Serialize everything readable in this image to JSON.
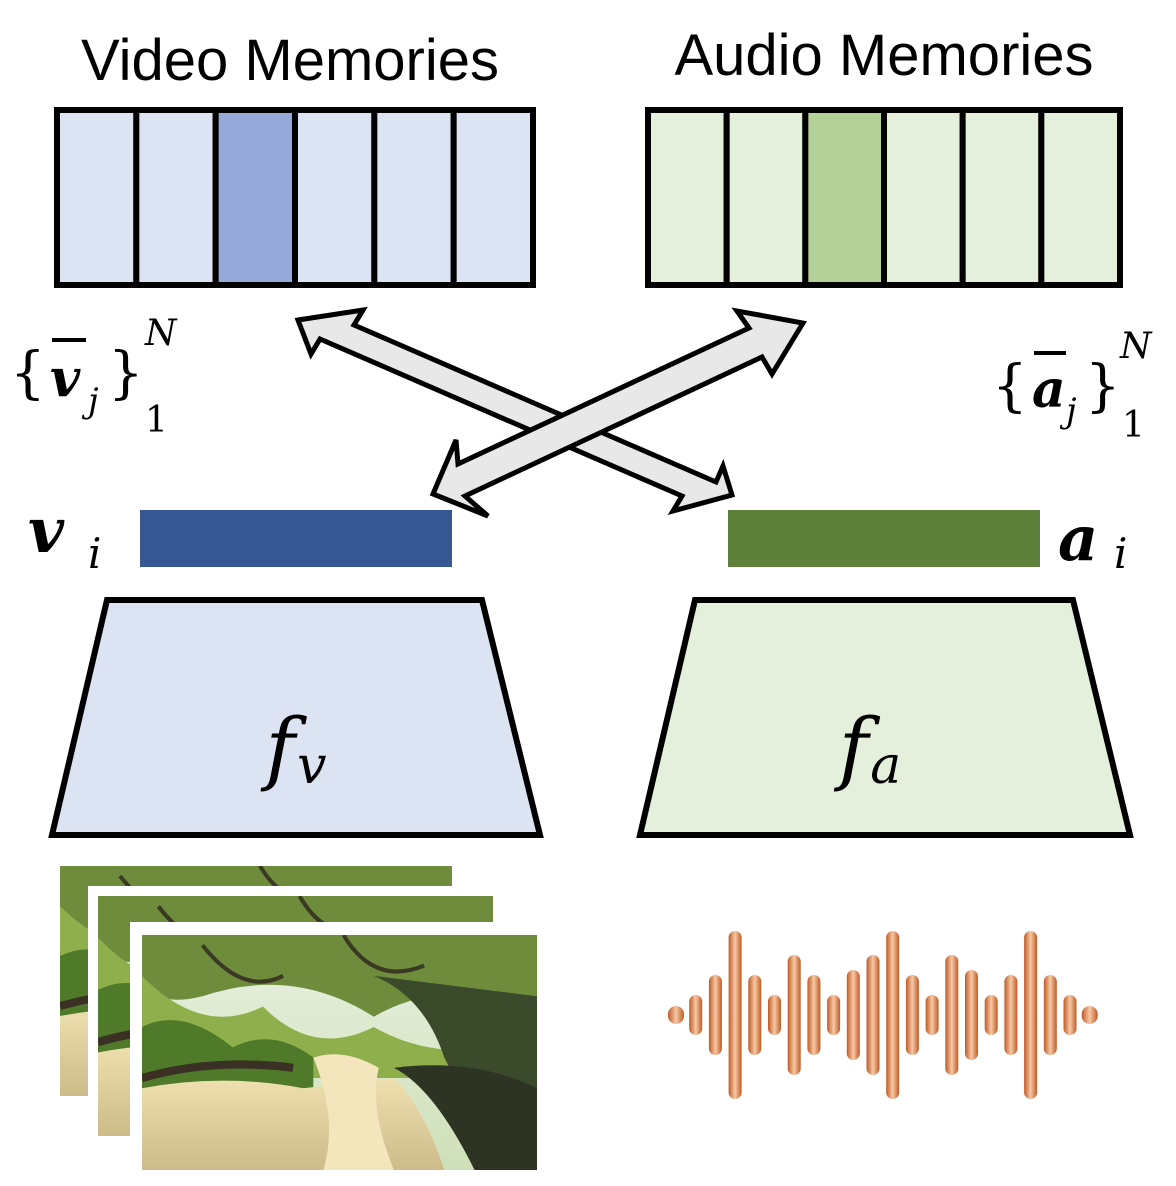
{
  "video_memory": {
    "title": "Video Memories",
    "slot_count": 6,
    "highlighted_slot": 3,
    "fill_color": "#dce3f2",
    "highlight_color": "#95aad8",
    "set_label": {
      "symbol": "v",
      "subscript": "j",
      "upper": "N",
      "lower": "1"
    }
  },
  "audio_memory": {
    "title": "Audio Memories",
    "slot_count": 6,
    "highlighted_slot": 3,
    "fill_color": "#e4efdc",
    "highlight_color": "#b3d198",
    "set_label": {
      "symbol": "a",
      "subscript": "j",
      "upper": "N",
      "lower": "1"
    }
  },
  "video_feature": {
    "symbol": "v",
    "subscript": "i",
    "color": "#365791"
  },
  "audio_feature": {
    "symbol": "a",
    "subscript": "i",
    "color": "#5d813b"
  },
  "video_encoder": {
    "symbol": "f",
    "subscript": "v",
    "fill_color": "#dce3f2"
  },
  "audio_encoder": {
    "symbol": "f",
    "subscript": "a",
    "fill_color": "#e4efdc"
  },
  "arrow_color": "#e8e8e8",
  "waveform_color": "#d2763c"
}
